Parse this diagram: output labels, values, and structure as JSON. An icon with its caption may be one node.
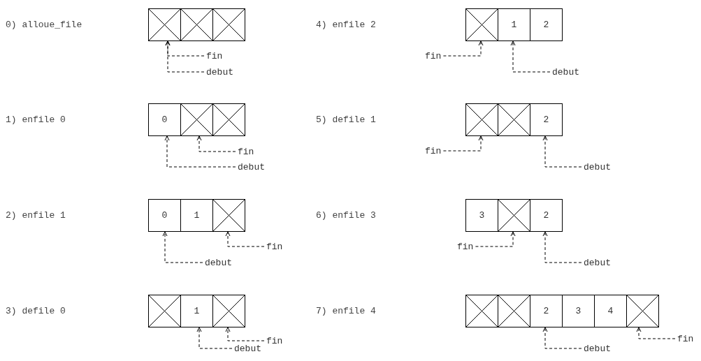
{
  "diagram": {
    "nodes": [
      {
        "text": [],
        "shape": "box"
      },
      {
        "text": [],
        "shape": "box"
      },
      {
        "text": [],
        "shape": "box"
      },
      {
        "text": [
          "fin"
        ]
      },
      {
        "text": [
          "debut"
        ]
      },
      {
        "text": [
          "0"
        ]
      },
      {
        "text": [],
        "shape": "box"
      },
      {
        "text": [],
        "shape": "box"
      },
      {
        "text": [
          "fin"
        ]
      },
      {
        "text": [
          "debut"
        ]
      },
      {
        "text": [
          "0"
        ]
      },
      {
        "text": [
          "1"
        ]
      },
      {
        "text": [],
        "shape": "box"
      },
      {
        "text": [
          "fin"
        ]
      },
      {
        "text": [
          "debut"
        ]
      },
      {
        "text": [],
        "shape": "box"
      },
      {
        "text": [
          "1"
        ]
      },
      {
        "text": [],
        "shape": "box"
      },
      {
        "text": [
          "fin"
        ]
      },
      {
        "text": [
          "debut"
        ]
      },
      {
        "text": [],
        "shape": "box"
      },
      {
        "text": [
          "1"
        ]
      },
      {
        "text": [
          "2"
        ]
      },
      {
        "text": [
          "fin"
        ]
      },
      {
        "text": [
          "debut"
        ]
      },
      {
        "text": [],
        "shape": "box"
      },
      {
        "text": [],
        "shape": "box"
      },
      {
        "text": [
          "2"
        ]
      },
      {
        "text": [
          "fin"
        ]
      },
      {
        "text": [
          "debut"
        ]
      },
      {
        "text": [
          "3"
        ]
      },
      {
        "text": [],
        "shape": "box"
      },
      {
        "text": [
          "2"
        ]
      },
      {
        "text": [
          "fin"
        ]
      },
      {
        "text": [
          "debut"
        ]
      },
      {
        "text": [],
        "shape": "box"
      },
      {
        "text": [],
        "shape": "box"
      },
      {
        "text": [
          "2"
        ]
      },
      {
        "text": [
          "3"
        ]
      },
      {
        "text": [
          "4"
        ]
      },
      {
        "text": [],
        "shape": "box"
      },
      {
        "text": [
          "fin"
        ]
      },
      {
        "text": [
          "debut"
        ]
      }
    ],
    "edges": [
      {
        "from": 3,
        "to": 0,
        "arrow": "to",
        "style": "dashed"
      },
      {
        "from": 4,
        "to": 0,
        "arrow": "to",
        "style": "dashed"
      },
      {
        "from": 8,
        "to": 6,
        "arrow": "to",
        "style": "dashed"
      },
      {
        "from": 9,
        "to": 5,
        "arrow": "to",
        "style": "dashed"
      },
      {
        "from": 13,
        "to": 12,
        "arrow": "to",
        "style": "dashed"
      },
      {
        "from": 14,
        "to": 10,
        "arrow": "to",
        "style": "dashed"
      },
      {
        "from": 18,
        "to": 17,
        "arrow": "to",
        "style": "dashed"
      },
      {
        "from": 19,
        "to": 16,
        "arrow": "to",
        "style": "dashed"
      },
      {
        "from": 23,
        "to": 20,
        "arrow": "to",
        "style": "dashed"
      },
      {
        "from": 24,
        "to": 21,
        "arrow": "to",
        "style": "dashed"
      },
      {
        "from": 28,
        "to": 25,
        "arrow": "to",
        "style": "dashed"
      },
      {
        "from": 29,
        "to": 27,
        "arrow": "to",
        "style": "dashed"
      },
      {
        "from": 33,
        "to": 31,
        "arrow": "to",
        "style": "dashed"
      },
      {
        "from": 34,
        "to": 32,
        "arrow": "to",
        "style": "dashed"
      },
      {
        "from": 41,
        "to": 40,
        "arrow": "to",
        "style": "dashed"
      },
      {
        "from": 42,
        "to": 37,
        "arrow": "to",
        "style": "dashed"
      }
    ],
    "labels": [
      "0) alloue_file",
      "4) enfile 2",
      "1) enfile 0",
      "5) defile 1",
      "2) enfile 1",
      "6) enfile 3",
      "3) defile 0",
      "7) enfile 4"
    ]
  }
}
